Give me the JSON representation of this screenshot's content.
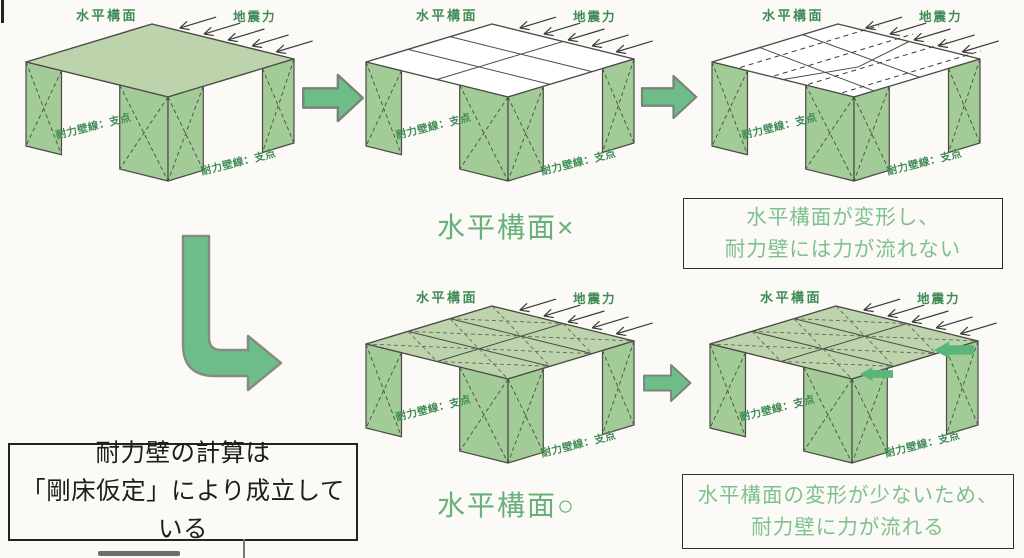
{
  "colors": {
    "paper": "#fbfaf6",
    "roof_green": "#bcd3ac",
    "wall_green": "#a2cb97",
    "accent_green": "#6dbd89",
    "roof_arrow_green": "#5cb578",
    "label_green": "#3e8b55",
    "caption_green": "#68b07b",
    "box_caption_green": "#7fc08f",
    "outline": "#4b4b46",
    "ink": "#1d1d1d",
    "arrow_border": "#7b8279"
  },
  "labels": {
    "roof_plane": "水平構面",
    "seismic_force": "地震力",
    "bearing_wall": "耐力壁線：支点"
  },
  "captions": {
    "roof_ng": "水平構面×",
    "roof_ok": "水平構面○",
    "deform_box_line1": "水平構面が変形し、",
    "deform_box_line2": "耐力壁には力が流れない",
    "ok_box_line1": "水平構面の変形が少ないため、",
    "ok_box_line2": "耐力壁に力が流れる",
    "conclusion_line1": "耐力壁の計算は",
    "conclusion_line2": "「剛床仮定」により成立している"
  },
  "diagrams": [
    {
      "id": "intact-roof",
      "variant": "solid"
    },
    {
      "id": "weak-roof",
      "variant": "white-grid"
    },
    {
      "id": "deformed-roof",
      "variant": "deformed"
    },
    {
      "id": "braced-roof",
      "variant": "green-grid"
    },
    {
      "id": "braced-roof-force-flow",
      "variant": "green-grid-arrows"
    }
  ]
}
